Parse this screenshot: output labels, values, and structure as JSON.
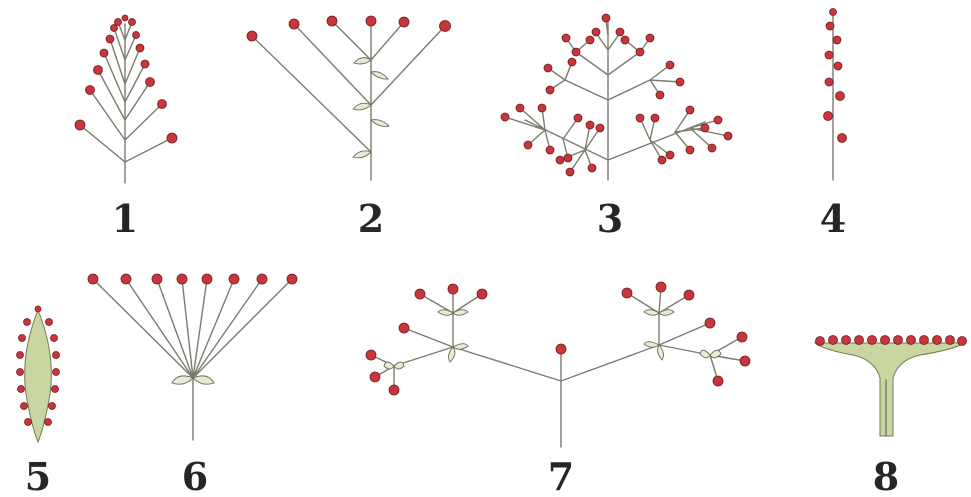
{
  "panels": [
    {
      "id": "raceme",
      "label": "1"
    },
    {
      "id": "corymb",
      "label": "2"
    },
    {
      "id": "panicle",
      "label": "3"
    },
    {
      "id": "spike",
      "label": "4"
    },
    {
      "id": "spadix",
      "label": "5"
    },
    {
      "id": "umbel",
      "label": "6"
    },
    {
      "id": "dichasium",
      "label": "7"
    },
    {
      "id": "capitulum",
      "label": "8"
    }
  ],
  "colors": {
    "flower": "#c8353a",
    "stem": "#7b7b70",
    "bract": "#e7ebd3",
    "receptacle": "#c9d6a1",
    "label": "#262626"
  }
}
